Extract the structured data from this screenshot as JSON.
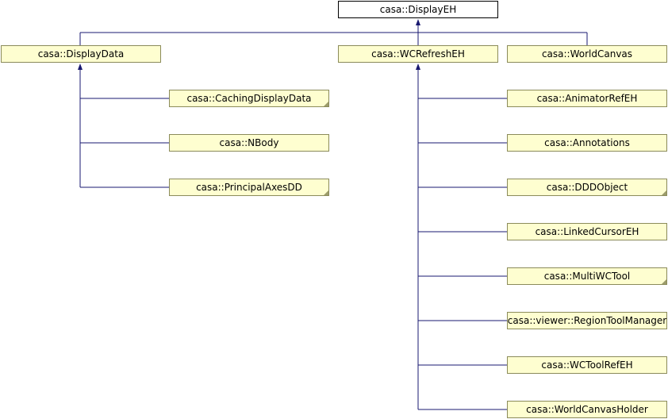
{
  "diagram": {
    "root": {
      "id": "displayeh",
      "label": "casa::DisplayEH"
    },
    "nodes": [
      {
        "id": "displaydata",
        "label": "casa::DisplayData",
        "parent": "displayeh",
        "folded": false
      },
      {
        "id": "wcrefresheh",
        "label": "casa::WCRefreshEH",
        "parent": "displayeh",
        "folded": false
      },
      {
        "id": "worldcanvas",
        "label": "casa::WorldCanvas",
        "parent": "displayeh",
        "folded": false
      },
      {
        "id": "cachingdisplaydata",
        "label": "casa::CachingDisplayData",
        "parent": "displaydata",
        "folded": true
      },
      {
        "id": "nbody",
        "label": "casa::NBody",
        "parent": "displaydata",
        "folded": false
      },
      {
        "id": "principalaxesdd",
        "label": "casa::PrincipalAxesDD",
        "parent": "displaydata",
        "folded": true
      },
      {
        "id": "animatorrefeh",
        "label": "casa::AnimatorRefEH",
        "parent": "wcrefresheh",
        "folded": false
      },
      {
        "id": "annotations",
        "label": "casa::Annotations",
        "parent": "wcrefresheh",
        "folded": false
      },
      {
        "id": "dddobject",
        "label": "casa::DDDObject",
        "parent": "wcrefresheh",
        "folded": true
      },
      {
        "id": "linkedcursoreh",
        "label": "casa::LinkedCursorEH",
        "parent": "wcrefresheh",
        "folded": false
      },
      {
        "id": "multiwctool",
        "label": "casa::MultiWCTool",
        "parent": "wcrefresheh",
        "folded": true
      },
      {
        "id": "regiontoolmanager",
        "label": "casa::viewer::RegionToolManager",
        "parent": "wcrefresheh",
        "folded": false
      },
      {
        "id": "wctoolrefeh",
        "label": "casa::WCToolRefEH",
        "parent": "wcrefresheh",
        "folded": false
      },
      {
        "id": "worldcanvasholder",
        "label": "casa::WorldCanvasHolder",
        "parent": "wcrefresheh",
        "folded": false
      }
    ],
    "colors": {
      "node_fill": "#fefed0",
      "node_border": "#8b8b5a",
      "edge": "#191970",
      "root_fill": "#ffffff"
    }
  }
}
